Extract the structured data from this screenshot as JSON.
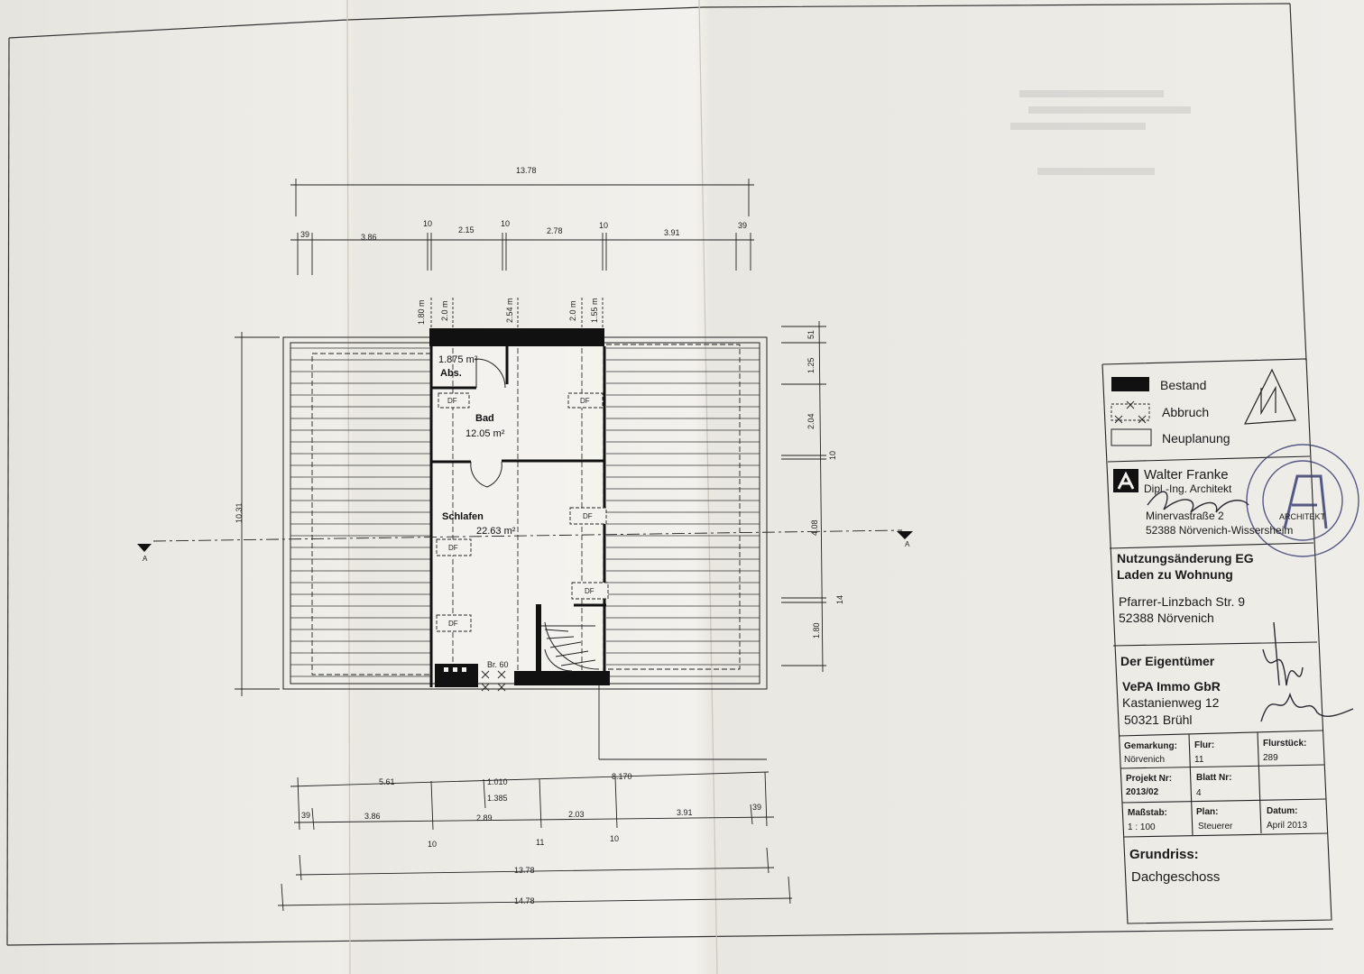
{
  "dims": {
    "top_total": "13.78",
    "top_39a": "39",
    "top_386": "3.86",
    "top_10a": "10",
    "top_215": "2.15",
    "top_10b": "10",
    "top_278": "2.78",
    "top_10c": "10",
    "top_391": "3.91",
    "top_39b": "39",
    "h_180": "1.80 m",
    "h_20a": "2.0 m",
    "h_254": "2.54 m",
    "h_20b": "2.0 m",
    "h_155": "1.55 m",
    "left_1031": "10.31",
    "right_51": "51",
    "right_125": "1.25",
    "right_204": "2.04",
    "right_10": "10",
    "right_408": "4.08",
    "right_14": "14",
    "right_180": "1.80",
    "bot_561": "5.61",
    "bot_1010": "1.010",
    "bot_1385": "1.385",
    "bot_8170": "8.170",
    "bot_39a": "39",
    "bot_386": "3.86",
    "bot_289": "2.89",
    "bot_203": "2.03",
    "bot_391": "3.91",
    "bot_39b": "39",
    "bot_10a": "10",
    "bot_11": "11",
    "bot_10b": "10",
    "bot_total1": "13.78",
    "bot_total2": "14.78"
  },
  "rooms": {
    "abs_area": "1.875 m²",
    "abs_name": "Abs.",
    "bad_name": "Bad",
    "bad_area": "12.05 m²",
    "schlafen_name": "Schlafen",
    "schlafen_area": "22.63 m²",
    "br60": "Br. 60",
    "df": "DF"
  },
  "section_marker": "A",
  "legend": {
    "bestand": "Bestand",
    "abbruch": "Abbruch",
    "neuplanung": "Neuplanung"
  },
  "architect": {
    "name": "Walter Franke",
    "title": "Dipl.-Ing. Architekt",
    "street": "Minervastraße 2",
    "city": "52388 Nörvenich-Wissersheim",
    "stamp_center": "ARCHITEKT"
  },
  "project": {
    "title1": "Nutzungsänderung EG",
    "title2": "Laden zu Wohnung",
    "street": "Pfarrer-Linzbach Str. 9",
    "city": "52388 Nörvenich"
  },
  "owner": {
    "label": "Der Eigentümer",
    "company": "VePA Immo GbR",
    "street": "Kastanienweg 12",
    "city": "50321 Brühl"
  },
  "grid": {
    "gemarkung_label": "Gemarkung:",
    "gemarkung_value": "Nörvenich",
    "flur_label": "Flur:",
    "flur_value": "11",
    "flurstueck_label": "Flurstück:",
    "flurstueck_value": "289",
    "projekt_label": "Projekt Nr:",
    "projekt_value": "2013/02",
    "blatt_label": "Blatt Nr:",
    "blatt_value": "4",
    "massstab_label": "Maßstab:",
    "massstab_value": "1 : 100",
    "plan_label": "Plan:",
    "plan_value": "Steuerer",
    "datum_label": "Datum:",
    "datum_value": "April 2013"
  },
  "grundriss": {
    "label": "Grundriss:",
    "value": "Dachgeschoss"
  }
}
